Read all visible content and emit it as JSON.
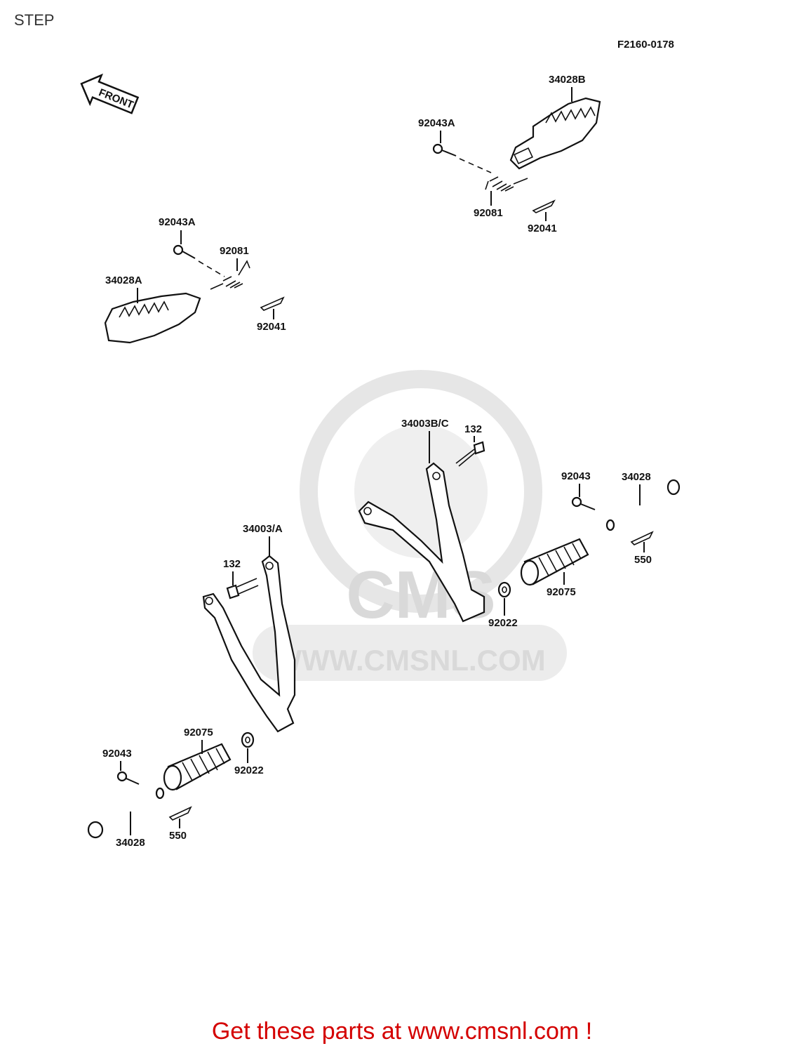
{
  "header": {
    "title": "STEP",
    "figure_code": "F2160-0178"
  },
  "orientation": {
    "front_label": "FRONT"
  },
  "watermark": {
    "site": "WWW.CMSNL.COM",
    "logo_text": "CMS"
  },
  "parts": {
    "footpeg_b": "34028B",
    "bolt_top_right": "92043A",
    "spring_top_right": "92081",
    "pin_top_right": "92041",
    "bolt_left": "92043A",
    "spring_left": "92081",
    "footpeg_a": "34028A",
    "pin_left": "92041",
    "bracket_right": "34003B/C",
    "bolt_132_right": "132",
    "bolt_92043_right": "92043",
    "shaft_right": "34028",
    "cotter_right": "550",
    "rubber_right": "92075",
    "washer_right": "92022",
    "bracket_left": "34003/A",
    "bolt_132_left": "132",
    "rubber_left": "92075",
    "washer_left": "92022",
    "bolt_92043_left": "92043",
    "shaft_left": "34028",
    "cotter_left": "550"
  },
  "footer": {
    "cta": "Get these parts at www.cmsnl.com !"
  }
}
